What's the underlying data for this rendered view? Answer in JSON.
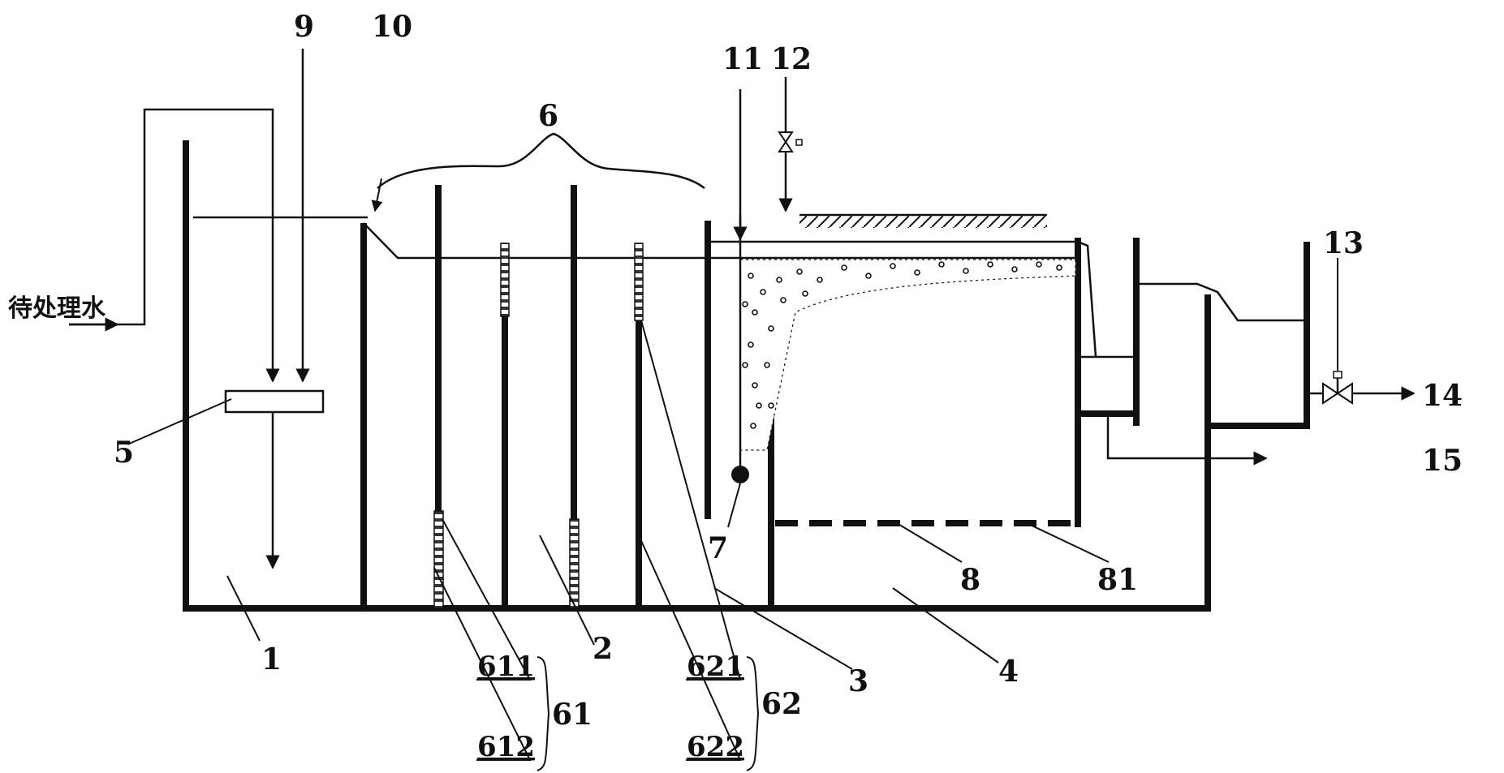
{
  "inlet_label": "待处理水",
  "labels": {
    "n1": "1",
    "n2": "2",
    "n3": "3",
    "n4": "4",
    "n5": "5",
    "n6": "6",
    "n7": "7",
    "n8": "8",
    "n81": "81",
    "n9": "9",
    "n10": "10",
    "n11": "11",
    "n12": "12",
    "n13": "13",
    "n14": "14",
    "n15": "15",
    "n61": "61",
    "n611": "611",
    "n612": "612",
    "n62": "62",
    "n621": "621",
    "n622": "622"
  }
}
